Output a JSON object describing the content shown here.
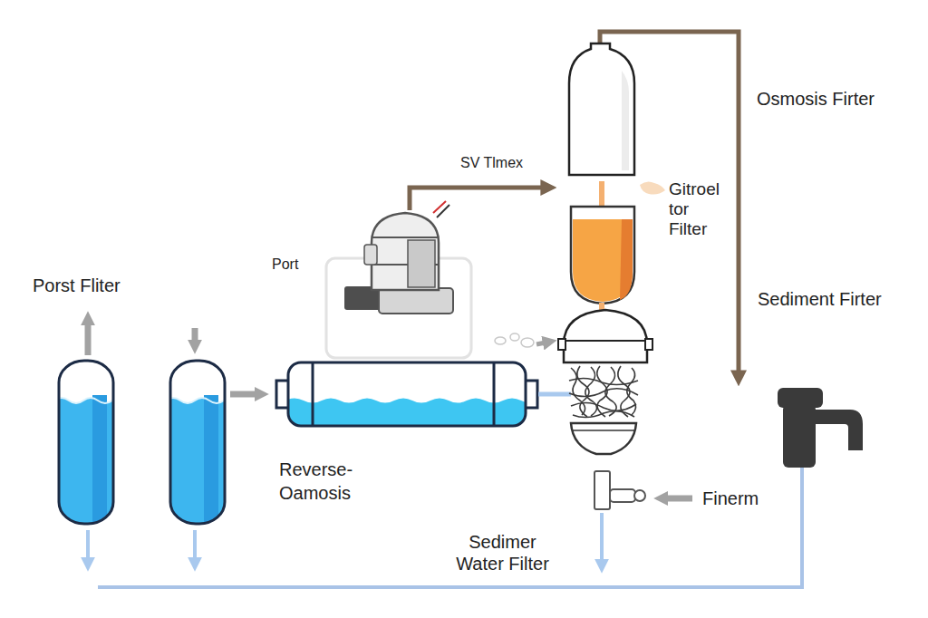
{
  "diagram": {
    "labels": [
      "Osmosis Firter",
      "SV Tlmex",
      "Gitroel tor Filter",
      "Port",
      "Porst Fliter",
      "Sediment Firter",
      "Reverse-Oamosis",
      "Finerm",
      "Sedimer Water Filter"
    ]
  }
}
